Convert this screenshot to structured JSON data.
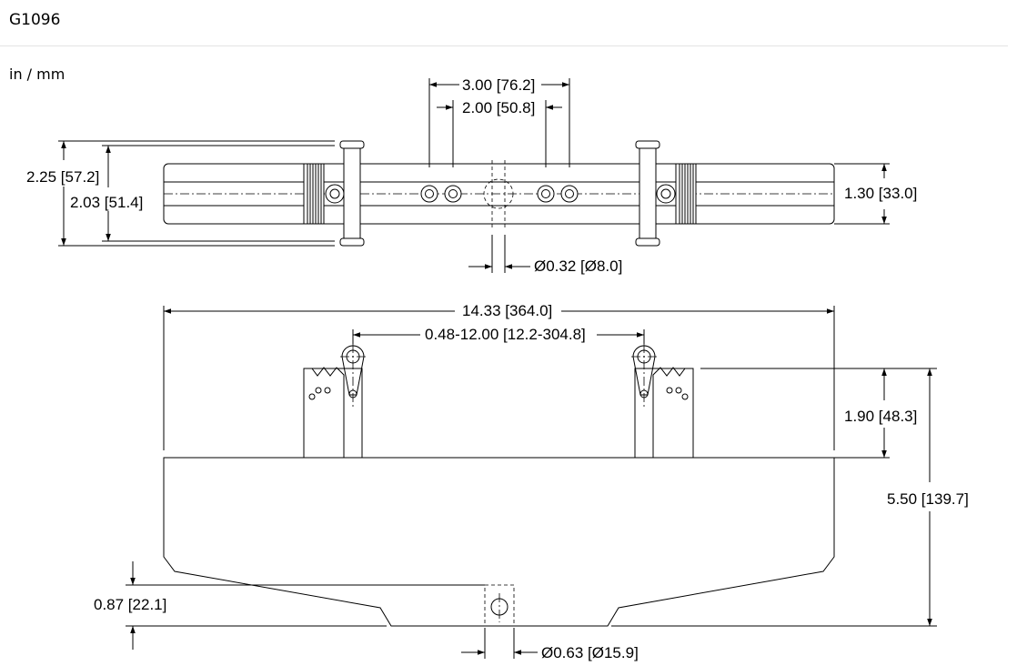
{
  "header": {
    "title": "G1096",
    "units": "in / mm"
  },
  "dimensions": {
    "top_hole_spacing_outer": "3.00 [76.2]",
    "top_hole_spacing_inner": "2.00 [50.8]",
    "overall_height_top": "2.25 [57.2]",
    "inner_height_top": "2.03 [51.4]",
    "bar_height": "1.30 [33.0]",
    "center_hole_dia": "Ø0.32 [Ø8.0]",
    "overall_length": "14.33 [364.0]",
    "span_range": "0.48-12.00 [12.2-304.8]",
    "support_height": "1.90 [48.3]",
    "overall_height_front": "5.50 [139.7]",
    "base_offset": "0.87 [22.1]",
    "pin_dia": "Ø0.63 [Ø15.9]"
  }
}
